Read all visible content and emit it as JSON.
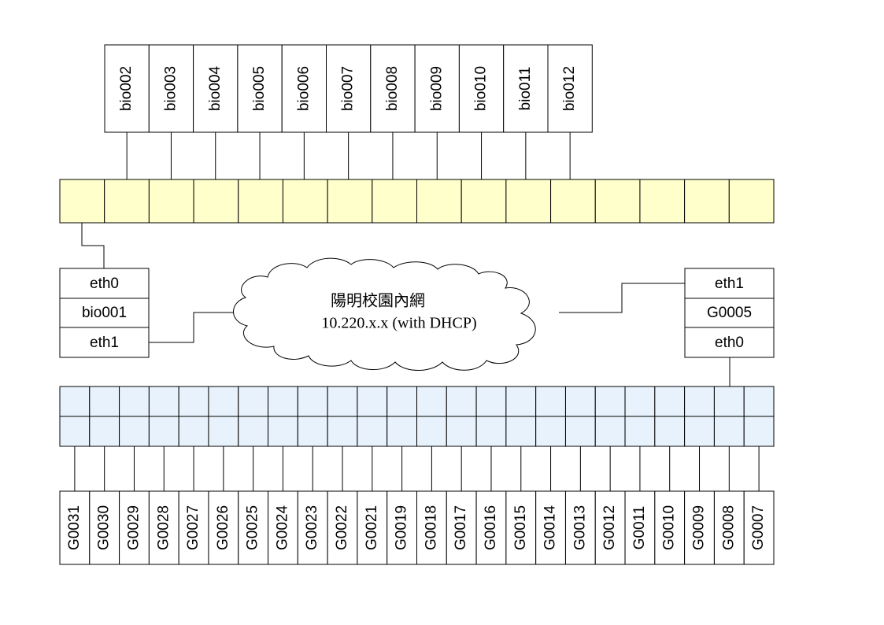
{
  "colors": {
    "top_switch_fill": "#FFFFCC",
    "bottom_switch_fill": "#E8F2FC",
    "stroke": "#000000",
    "background": "#FFFFFF"
  },
  "top_servers": [
    "bio002",
    "bio003",
    "bio004",
    "bio005",
    "bio006",
    "bio007",
    "bio008",
    "bio009",
    "bio010",
    "bio011",
    "bio012"
  ],
  "top_switch_port_count": 16,
  "bottom_switch_columns": 24,
  "bottom_switch_rows": 2,
  "head_node_left": {
    "top_port": "eth0",
    "name": "bio001",
    "bottom_port": "eth1"
  },
  "head_node_right": {
    "top_port": "eth1",
    "name": "G0005",
    "bottom_port": "eth0"
  },
  "cloud": {
    "line1": "陽明校園內網",
    "line2": "10.220.x.x (with DHCP)"
  },
  "bottom_servers": [
    "G0031",
    "G0030",
    "G0029",
    "G0028",
    "G0027",
    "G0026",
    "G0025",
    "G0024",
    "G0023",
    "G0022",
    "G0021",
    "G0019",
    "G0018",
    "G0017",
    "G0016",
    "G0015",
    "G0014",
    "G0013",
    "G0012",
    "G0011",
    "G0010",
    "G0009",
    "G0008",
    "G0007"
  ]
}
